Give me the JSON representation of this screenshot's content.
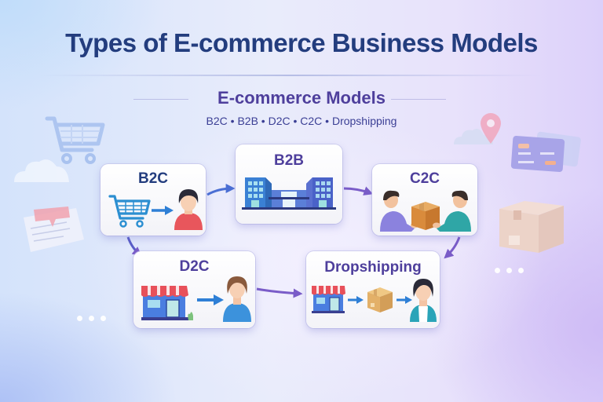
{
  "header": {
    "title": "Types of E-commerce Business Models",
    "subtitle": "E-commerce Models",
    "tags": "B2C • B2B • D2C • C2C • Dropshipping"
  },
  "models": [
    {
      "id": "b2c",
      "label": "B2C",
      "icons": [
        "shopping-cart-icon",
        "arrow-right-icon",
        "customer-icon"
      ]
    },
    {
      "id": "b2b",
      "label": "B2B",
      "icons": [
        "office-buildings-icon"
      ]
    },
    {
      "id": "c2c",
      "label": "C2C",
      "icons": [
        "person-icon",
        "package-box-icon",
        "person-icon"
      ]
    },
    {
      "id": "d2c",
      "label": "D2C",
      "icons": [
        "storefront-icon",
        "arrow-right-icon",
        "customer-icon"
      ]
    },
    {
      "id": "dropshipping",
      "label": "Dropshipping",
      "icons": [
        "storefront-icon",
        "arrow-right-icon",
        "package-box-icon",
        "arrow-right-icon",
        "customer-icon"
      ]
    }
  ],
  "flow": [
    {
      "from": "B2C",
      "to": "B2B"
    },
    {
      "from": "B2B",
      "to": "C2C"
    },
    {
      "from": "B2C",
      "to": "D2C"
    },
    {
      "from": "D2C",
      "to": "Dropshipping"
    },
    {
      "from": "C2C",
      "to": "Dropshipping"
    }
  ],
  "decorations": [
    "shopping-cart-icon",
    "cloud-icon",
    "chat-bubble-icon",
    "location-pin-icon",
    "credit-card-icon",
    "package-box-icon",
    "dots-icon"
  ],
  "colors": {
    "title": "#233d7e",
    "subtitle": "#4e3f9c",
    "b2c_label": "#233d7e",
    "card_label": "#4e3f9c",
    "arrow_blue": "#4a6fd4",
    "arrow_purple": "#7a5cc8"
  }
}
